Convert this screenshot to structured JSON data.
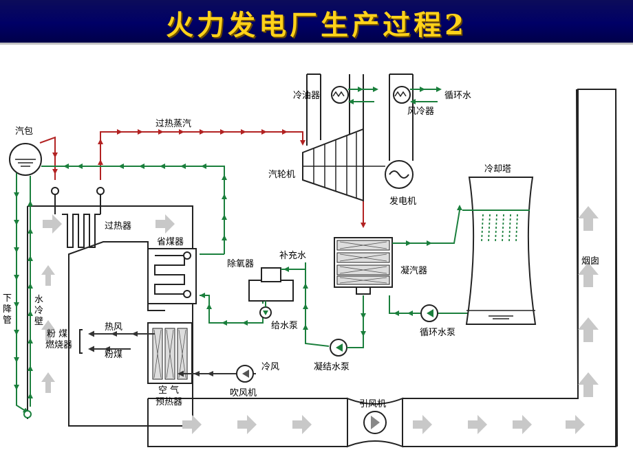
{
  "title": "火力发电厂生产过程2",
  "labels": {
    "drum": "汽包",
    "superheated_steam": "过热蒸汽",
    "oil_cooler": "冷油器",
    "circulating_water_top": "循环水",
    "air_cooler": "风冷器",
    "turbine": "汽轮机",
    "generator": "发电机",
    "cooling_tower": "冷却塔",
    "superheater": "过热器",
    "economizer": "省煤器",
    "deaerator": "除氧器",
    "makeup_water": "补充水",
    "condenser": "凝汽器",
    "chimney": "烟囱",
    "downcomer": [
      "下",
      "降",
      "管"
    ],
    "water_wall": [
      "水",
      "冷",
      "壁"
    ],
    "pulverized_coal_burner_1": "粉  煤",
    "pulverized_coal_burner_2": "燃烧器",
    "hot_air": "热风",
    "pulverized_coal": "粉煤",
    "feed_pump": "给水泵",
    "circulating_pump": "循环水泵",
    "condensate_pump": "凝结水泵",
    "cold_air": "冷风",
    "blower": "吹风机",
    "air_preheater_1": "空  气",
    "air_preheater_2": "预热器",
    "induced_fan": "引风机"
  },
  "colors": {
    "title_bg": "#000066",
    "title_text": "#ffd21a",
    "steam": "#b22222",
    "water": "#1a7f3c",
    "air": "#333333",
    "flue_arrow": "#c8c8c8"
  }
}
